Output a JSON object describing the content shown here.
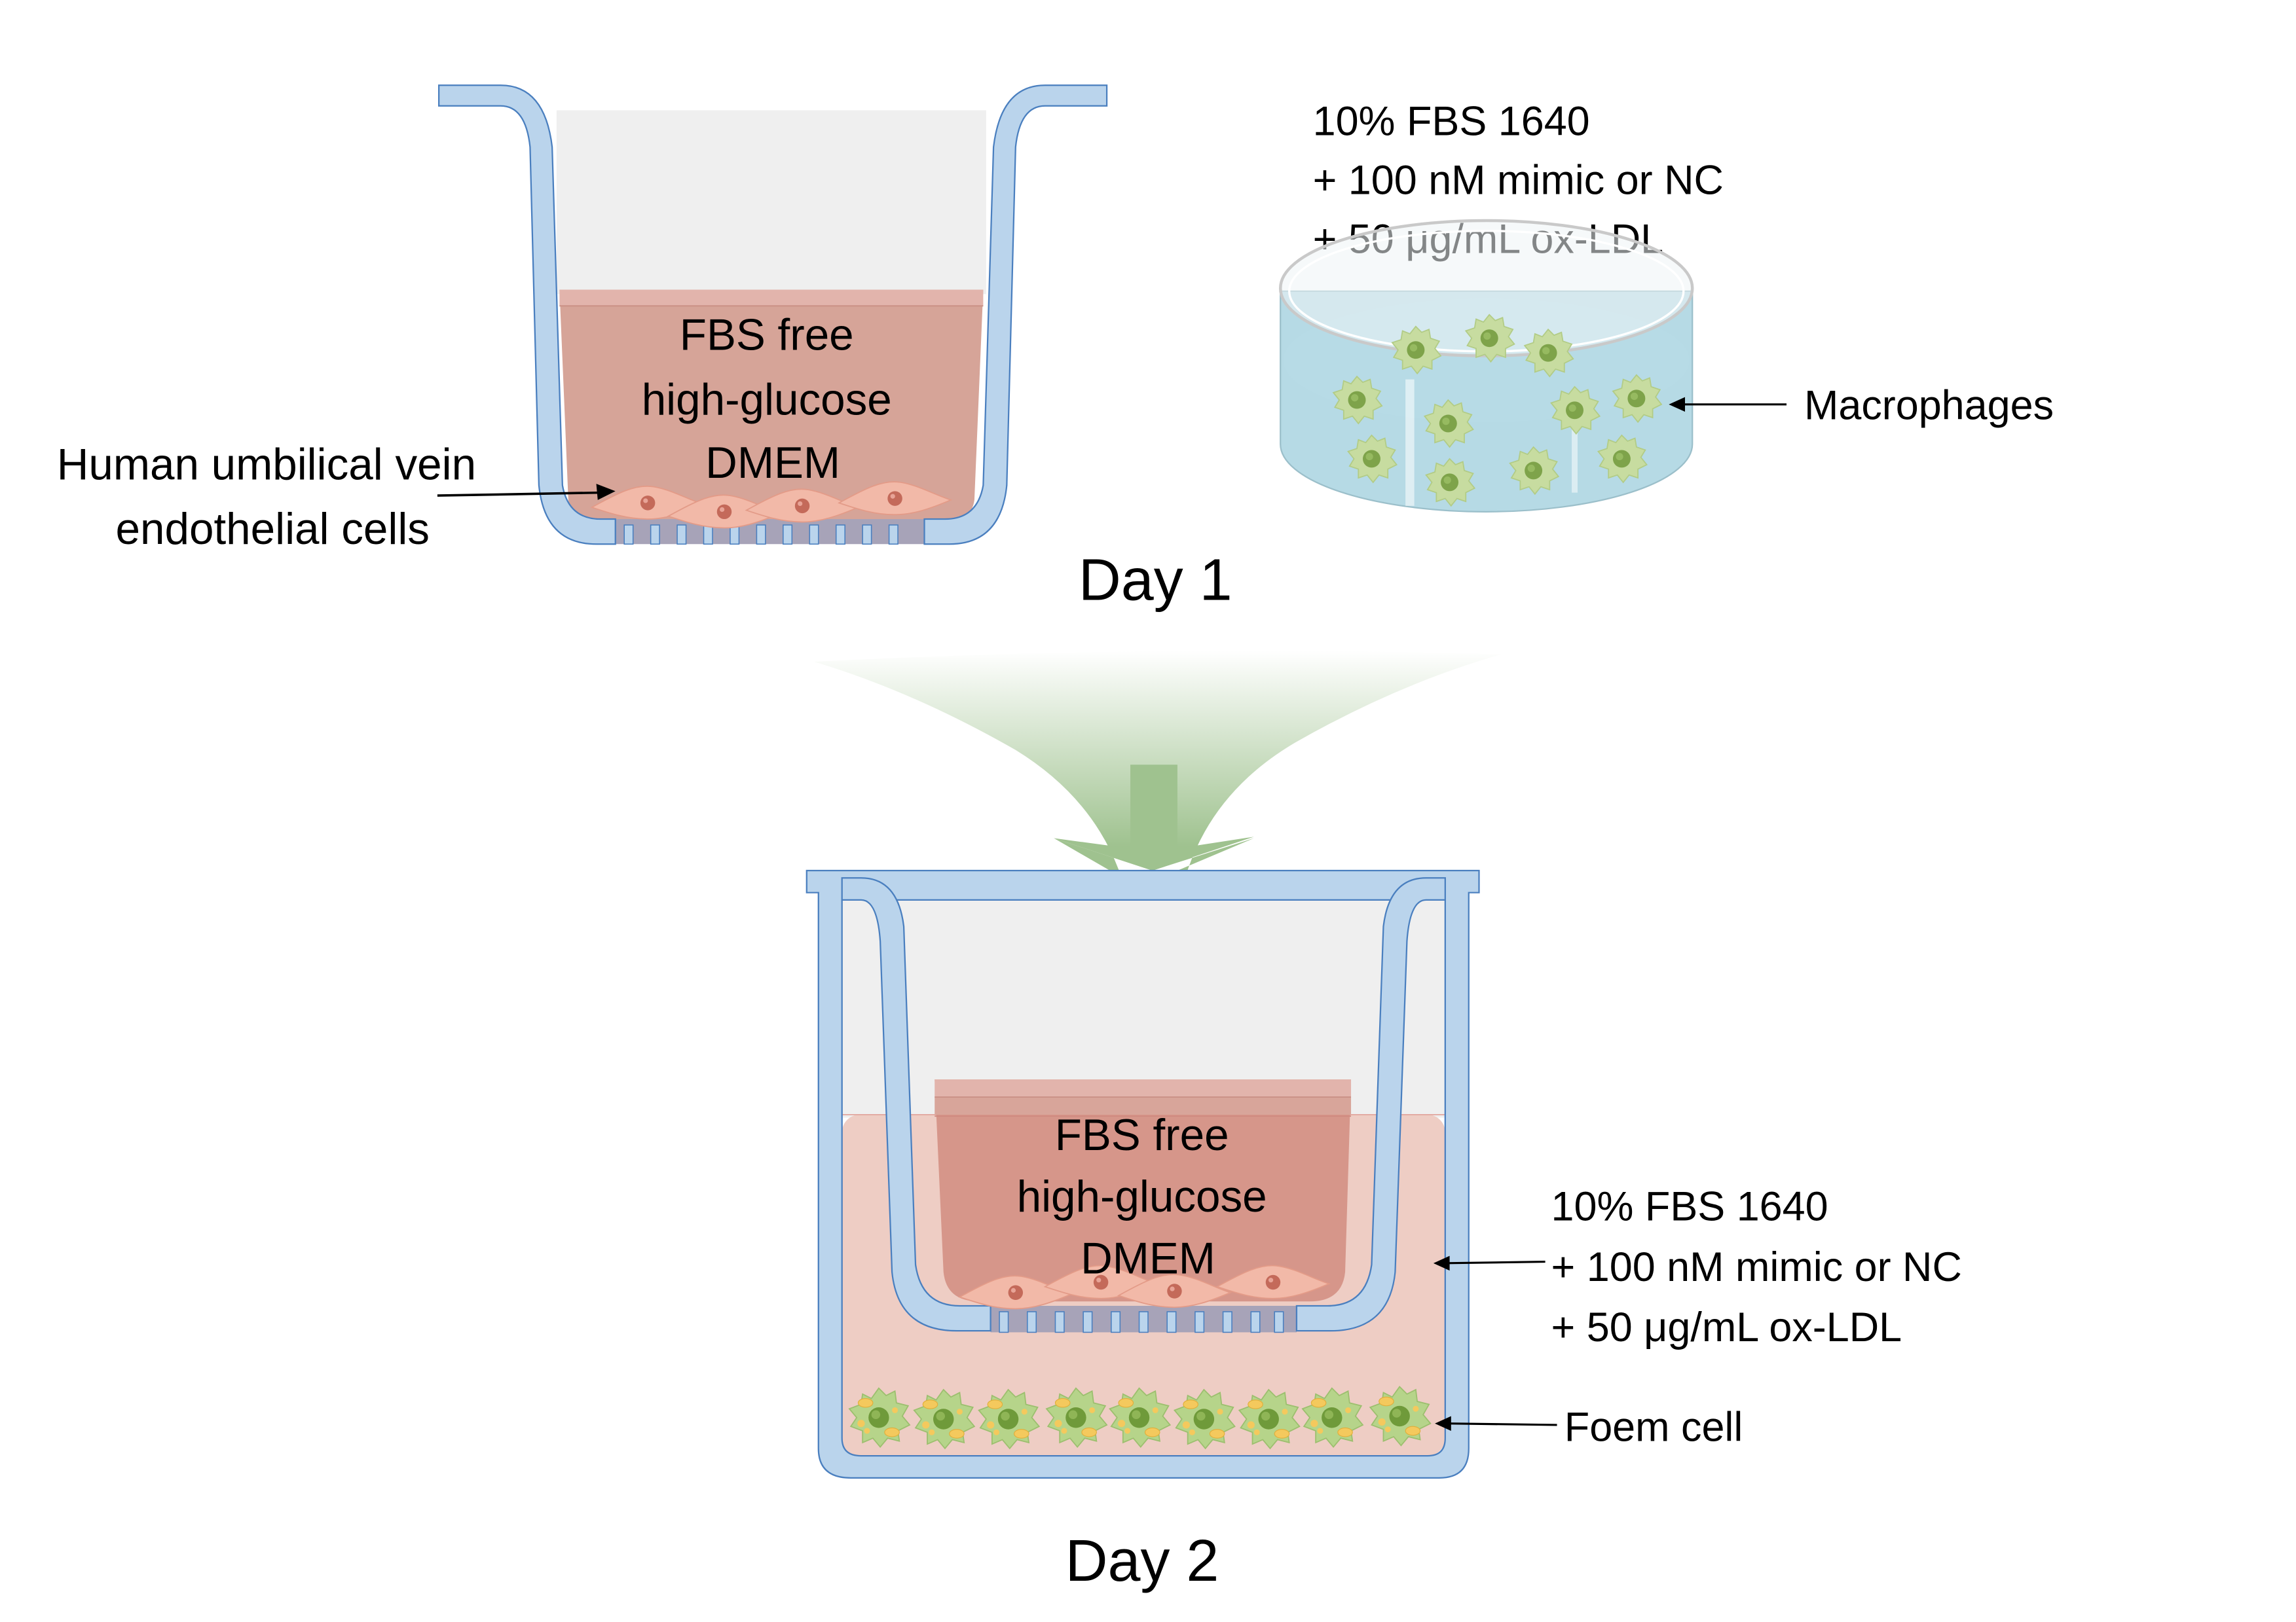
{
  "day1": {
    "label": "Day 1",
    "insert_medium_lines": [
      "FBS free",
      "high-glucose",
      "DMEM"
    ],
    "huvec_label_lines": [
      "Human umbilical vein",
      "endothelial cells"
    ],
    "dish_medium_lines": [
      "10% FBS 1640",
      "+ 100 nM mimic or NC",
      "+ 50 μg/mL ox-LDL"
    ],
    "macrophage_label": "Macrophages"
  },
  "day2": {
    "label": "Day 2",
    "insert_medium_lines": [
      "FBS free",
      "high-glucose",
      "DMEM"
    ],
    "lower_medium_lines": [
      "10% FBS 1640",
      "+ 100 nM mimic or NC",
      "+ 50 μg/mL ox-LDL"
    ],
    "foam_cell_label": "Foem cell"
  },
  "colors": {
    "plastic": "#bad4ec",
    "plastic_stroke": "#4a7fbf",
    "empty_space": "#efefef",
    "insert_medium": "#d6a498",
    "insert_medium_top": "#e2b4ac",
    "lower_medium": "#eecdc4",
    "dish_medium": "#a9d3e0",
    "endothelial_cell": "#f2b9a8",
    "nucleus": "#c46a5a",
    "macrophage": "#c7dca0",
    "macrophage_nucleus": "#7ea34a",
    "lipid": "#f4c95d",
    "arrow_green": "#9fc28f",
    "membrane": "#a7a3b8"
  }
}
